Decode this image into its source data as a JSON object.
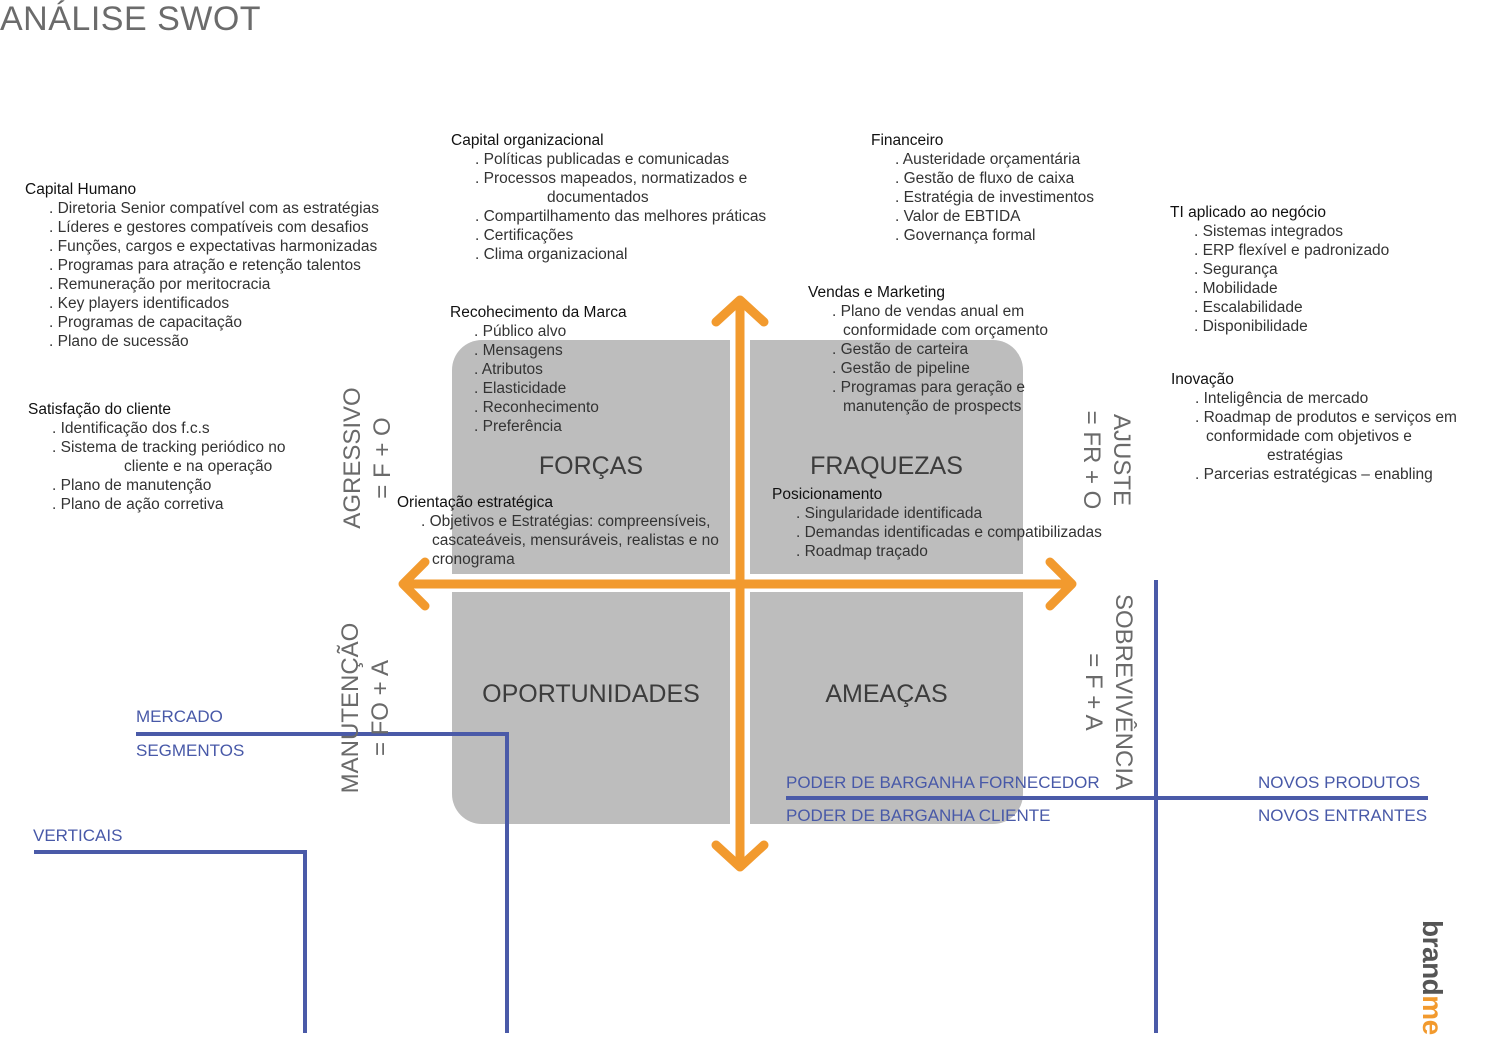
{
  "title": "ANÁLISE SWOT",
  "colors": {
    "arrow": "#f29a2e",
    "quadrant": "#bdbdbd",
    "blue_lines": "#4a5aa8",
    "vertical_text": "#6a6a6a"
  },
  "quadrants": {
    "tl": "FORÇAS",
    "tr": "FRAQUEZAS",
    "bl": "OPORTUNIDADES",
    "br": "AMEAÇAS"
  },
  "strategies": {
    "agressivo": {
      "name": "AGRESSIVO",
      "formula": "= F + O"
    },
    "ajuste": {
      "name": "AJUSTE",
      "formula": "= FR + O"
    },
    "manutencao": {
      "name": "MANUTENÇÃO",
      "formula": "= FO + A"
    },
    "sobrevivencia": {
      "name": "SOBREVIVÊNCIA",
      "formula": "= F + A"
    }
  },
  "blocks": {
    "capital_humano": {
      "heading": "Capital Humano",
      "items": [
        ". Diretoria Senior compatível com as estratégias",
        ". Líderes e gestores compatíveis com desafios",
        ". Funções, cargos e expectativas harmonizadas",
        ". Programas para atração e retenção talentos",
        ". Remuneração por meritocracia",
        ". Key players identificados",
        ". Programas de capacitação",
        ". Plano de sucessão"
      ]
    },
    "satisfacao_cliente": {
      "heading": "Satisfação do cliente",
      "items": [
        ". Identificação dos f.c.s",
        ". Sistema de tracking periódico no",
        "cliente e na operação",
        ". Plano de manutenção",
        ". Plano de ação corretiva"
      ]
    },
    "capital_organizacional": {
      "heading": "Capital organizacional",
      "items": [
        ". Políticas publicadas e comunicadas",
        ". Processos mapeados, normatizados e",
        "documentados",
        ". Compartilhamento das melhores práticas",
        ". Certificações",
        ". Clima organizacional"
      ]
    },
    "financeiro": {
      "heading": "Financeiro",
      "items": [
        ". Austeridade orçamentária",
        ". Gestão de fluxo de caixa",
        ". Estratégia de investimentos",
        ". Valor de EBTIDA",
        ". Governança formal"
      ]
    },
    "ti": {
      "heading": "TI aplicado ao negócio",
      "items": [
        ". Sistemas integrados",
        ". ERP flexível e padronizado",
        ". Segurança",
        ". Mobilidade",
        ". Escalabilidade",
        ". Disponibilidade"
      ]
    },
    "marca": {
      "heading": "Recohecimento da Marca",
      "items": [
        ". Público alvo",
        ". Mensagens",
        ". Atributos",
        ". Elasticidade",
        ". Reconhecimento",
        ". Preferência"
      ]
    },
    "vendas": {
      "heading": "Vendas e Marketing",
      "items": [
        ". Plano de vendas anual em",
        "conformidade com orçamento",
        ". Gestão de carteira",
        ". Gestão de pipeline",
        ". Programas para geração e",
        "manutenção de prospects"
      ]
    },
    "inovacao": {
      "heading": "Inovação",
      "items": [
        ". Inteligência de mercado",
        ". Roadmap de produtos e serviços em",
        "conformidade com objetivos e",
        "estratégias",
        ". Parcerias estratégicas – enabling"
      ]
    },
    "orientacao": {
      "heading": "Orientação estratégica",
      "items": [
        ". Objetivos e Estratégias: compreensíveis,",
        "cascateáveis, mensuráveis, realistas e no",
        "cronograma"
      ]
    },
    "posicionamento": {
      "heading": "Posicionamento",
      "items": [
        ". Singularidade identificada",
        ". Demandas identificadas e  compatibilizadas",
        ". Roadmap traçado"
      ]
    }
  },
  "market_labels": {
    "mercado": "MERCADO",
    "segmentos": "SEGMENTOS",
    "verticais": "VERTICAIS",
    "fornecedor": "PODER DE BARGANHA FORNECEDOR",
    "cliente": "PODER DE BARGANHA CLIENTE",
    "novos_produtos": "NOVOS PRODUTOS",
    "novos_entrantes": "NOVOS ENTRANTES"
  },
  "brand": {
    "part1": "brand",
    "part2": "me"
  }
}
